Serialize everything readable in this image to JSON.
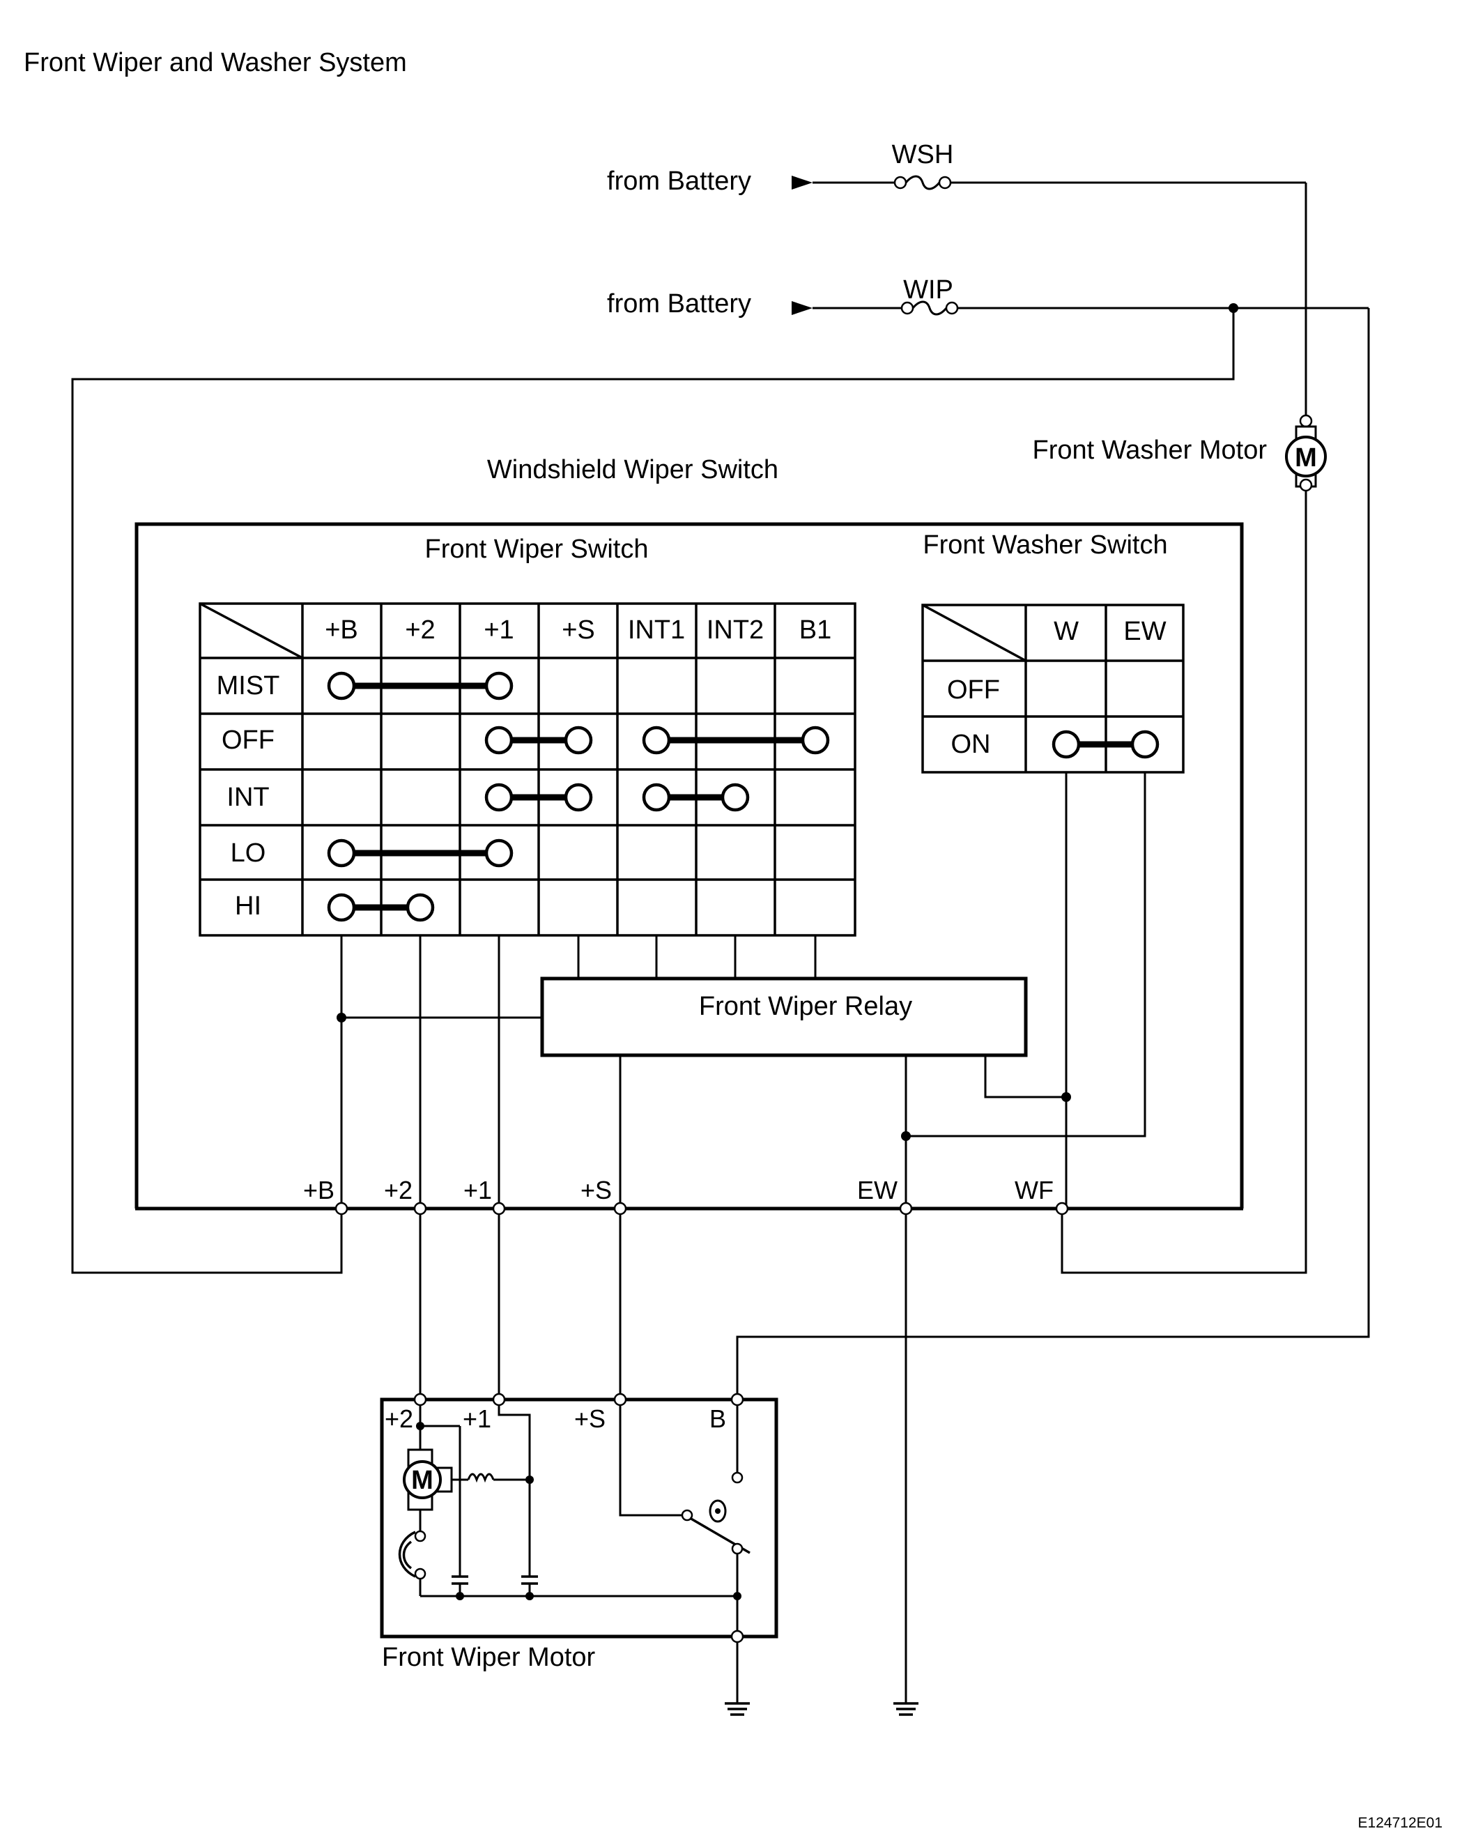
{
  "title": "Front Wiper and Washer System",
  "figure_id": "E124712E01",
  "labels": {
    "from_battery_1": "from Battery",
    "from_battery_2": "from Battery",
    "fuse_wsh": "WSH",
    "fuse_wip": "WIP",
    "washer_motor": "Front Washer Motor",
    "motor_symbol": "M",
    "windshield_switch": "Windshield Wiper Switch",
    "front_wiper_switch": "Front Wiper Switch",
    "front_washer_switch": "Front Washer Switch",
    "wiper_relay": "Front Wiper Relay",
    "wiper_motor": "Front Wiper Motor"
  },
  "wiper_table": {
    "columns": [
      "+B",
      "+2",
      "+1",
      "+S",
      "INT1",
      "INT2",
      "B1"
    ],
    "rows": [
      "MIST",
      "OFF",
      "INT",
      "LO",
      "HI"
    ]
  },
  "washer_table": {
    "columns": [
      "W",
      "EW"
    ],
    "rows": [
      "OFF",
      "ON"
    ]
  },
  "switch_terminals": [
    "+B",
    "+2",
    "+1",
    "+S",
    "EW",
    "WF"
  ],
  "motor_terminals": [
    "+2",
    "+1",
    "+S",
    "B"
  ]
}
